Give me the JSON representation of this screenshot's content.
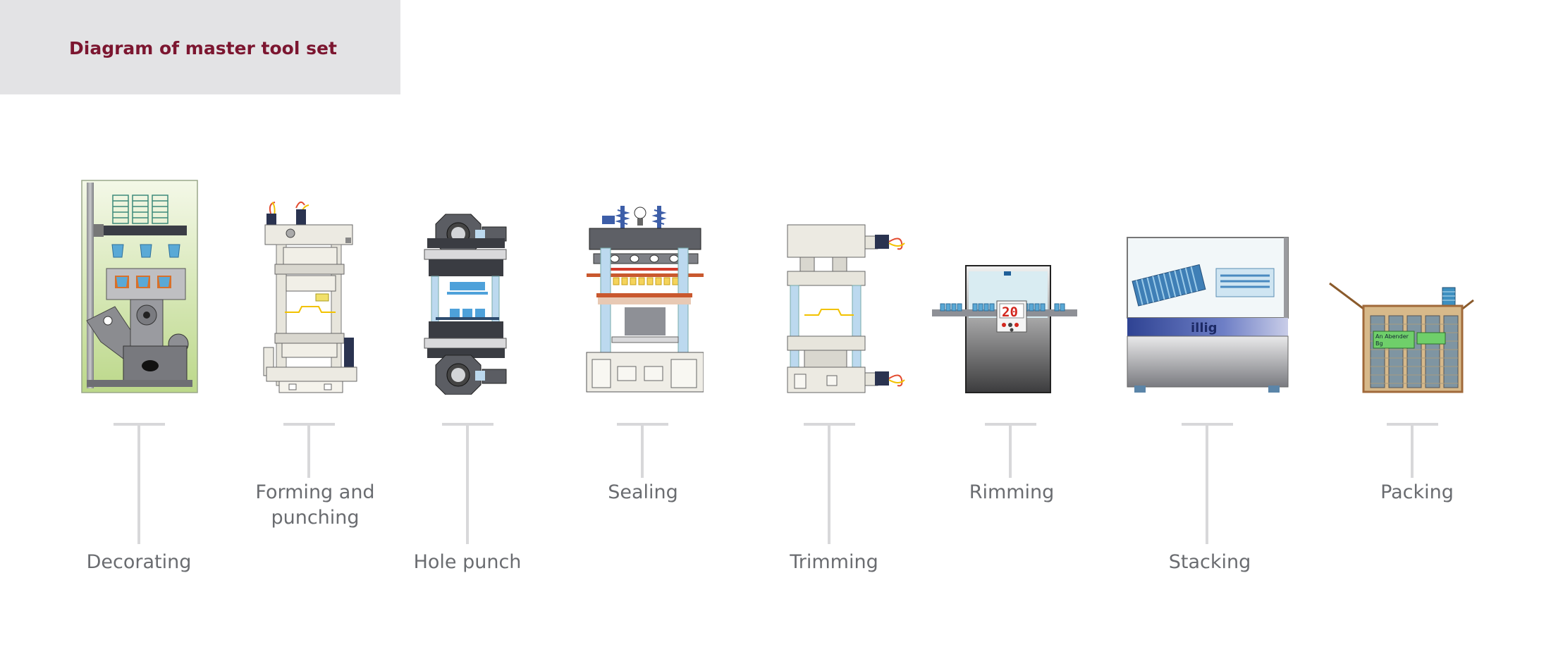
{
  "header": {
    "title": "Diagram of master tool set"
  },
  "stations": [
    {
      "id": "decorating",
      "label": "Decorating"
    },
    {
      "id": "forming",
      "label": "Forming and\npunching"
    },
    {
      "id": "holepunch",
      "label": "Hole punch"
    },
    {
      "id": "sealing",
      "label": "Sealing"
    },
    {
      "id": "trimming",
      "label": "Trimming"
    },
    {
      "id": "rimming",
      "label": "Rimming",
      "display_text": "20"
    },
    {
      "id": "stacking",
      "label": "Stacking",
      "brand_text": "illig"
    },
    {
      "id": "packing",
      "label": "Packing",
      "box_label_line1": "An Abender",
      "box_label_line2": "Bg"
    }
  ],
  "colors": {
    "title": "#7c1630",
    "label": "#6a6c70",
    "connector": "#d8d8da",
    "machine_frame": "#e8e6dc",
    "cup_blue": "#5aa9d6",
    "stacking_band": "#3b4fa3",
    "packing_box": "#a0693a"
  }
}
